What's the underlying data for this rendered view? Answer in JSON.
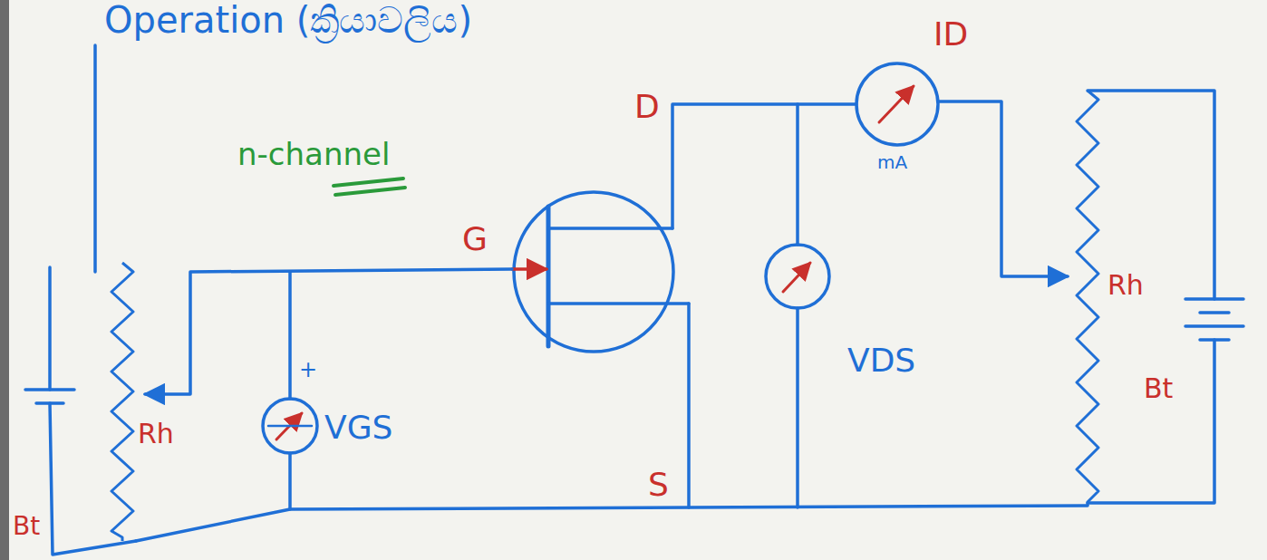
{
  "diagram": {
    "title": "Operation (ක්‍රියාවලිය)",
    "labels": [
      "n-channel",
      "D",
      "G",
      "S",
      "ID",
      "mA",
      "VDS",
      "VGS",
      "+",
      "Rh",
      "Rh",
      "Bt",
      "Bt"
    ]
  }
}
